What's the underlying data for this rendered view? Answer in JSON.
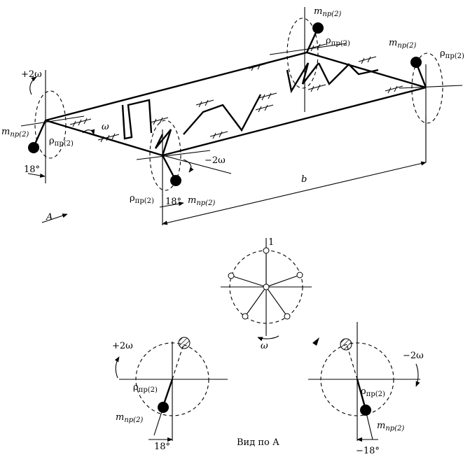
{
  "diagram": {
    "axis_labels": {
      "omega_pos2_left": "+2ω",
      "omega": "ω",
      "omega_neg2": "−2ω",
      "b": "b",
      "view_arrow": "A",
      "star_label_1": "1",
      "star_omega": "ω",
      "left_circle_omega": "+2ω",
      "right_circle_omega": "−2ω"
    },
    "mass_label": {
      "base": "m",
      "sub": "пр(2)"
    },
    "radius_label": {
      "base": "ρ",
      "sub": "пр(2)"
    },
    "angles": {
      "left_weight": "18°",
      "front_weight": "18°",
      "bottom_left": "18°",
      "bottom_right": "−18°"
    },
    "caption": "Вид по А"
  }
}
